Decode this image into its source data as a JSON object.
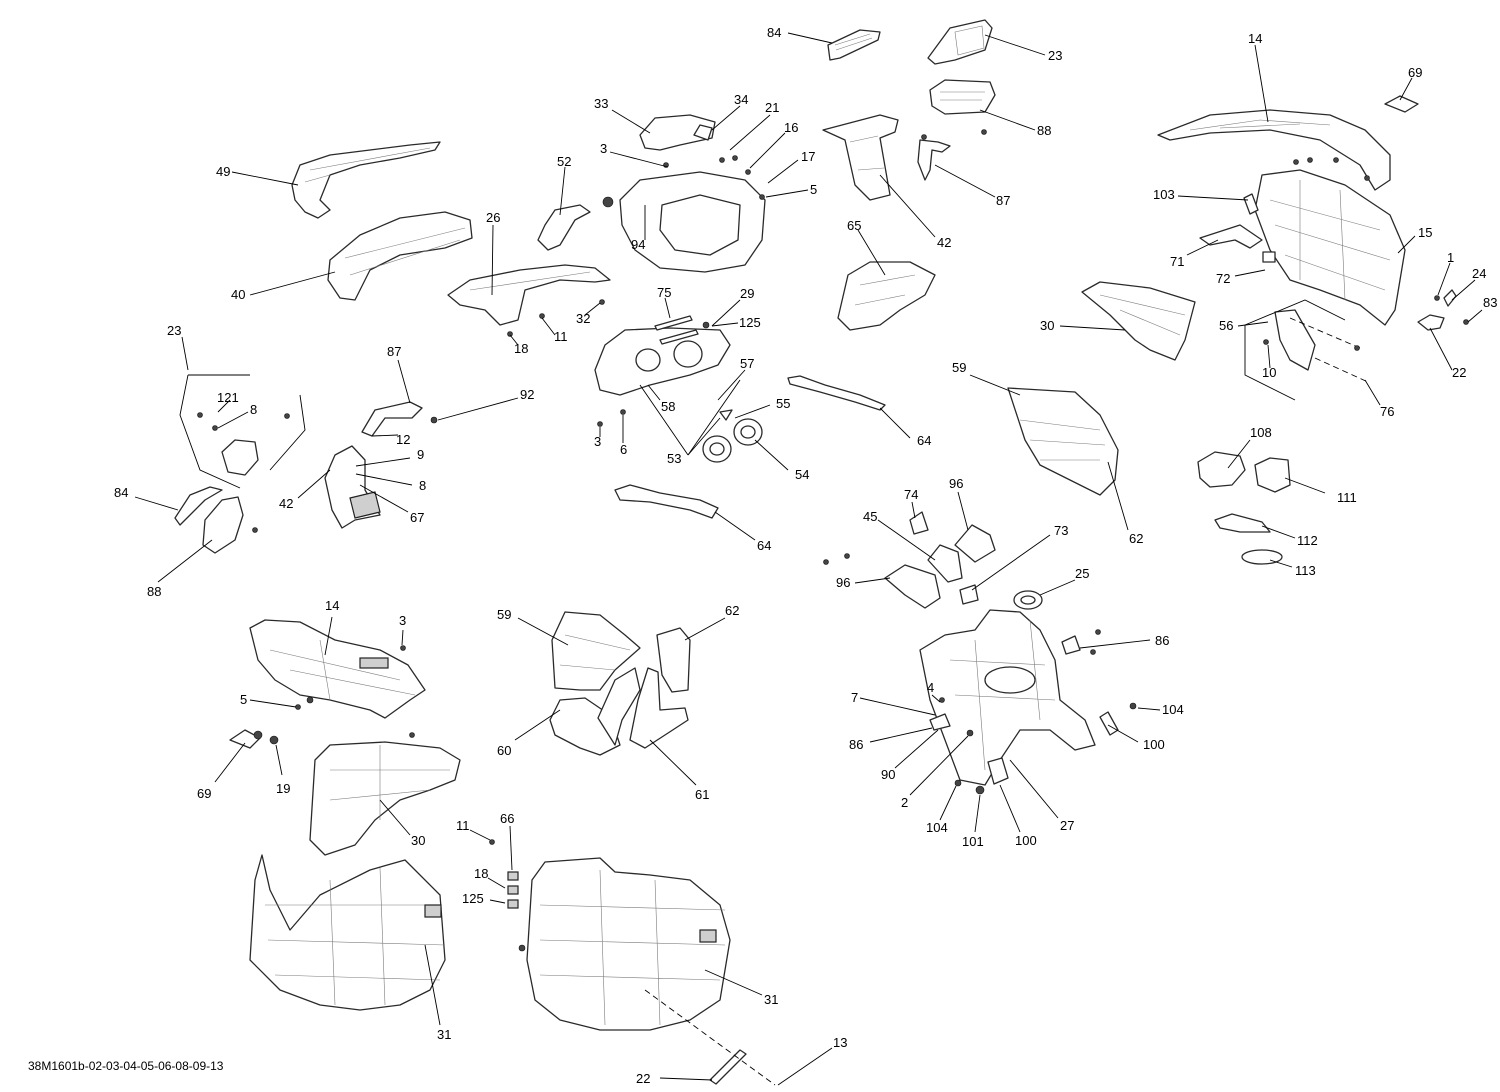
{
  "diagram_code": "38M1601b-02-03-04-05-06-08-09-13",
  "callouts": [
    {
      "id": "c-84-top",
      "text": "84"
    },
    {
      "id": "c-23-top",
      "text": "23"
    },
    {
      "id": "c-14-top",
      "text": "14"
    },
    {
      "id": "c-69-top",
      "text": "69"
    },
    {
      "id": "c-33",
      "text": "33"
    },
    {
      "id": "c-34",
      "text": "34"
    },
    {
      "id": "c-21",
      "text": "21"
    },
    {
      "id": "c-16",
      "text": "16"
    },
    {
      "id": "c-17",
      "text": "17"
    },
    {
      "id": "c-3-a",
      "text": "3"
    },
    {
      "id": "c-5-a",
      "text": "5"
    },
    {
      "id": "c-88-top",
      "text": "88"
    },
    {
      "id": "c-87-top",
      "text": "87"
    },
    {
      "id": "c-42-top",
      "text": "42"
    },
    {
      "id": "c-49",
      "text": "49"
    },
    {
      "id": "c-52",
      "text": "52"
    },
    {
      "id": "c-94",
      "text": "94"
    },
    {
      "id": "c-103",
      "text": "103"
    },
    {
      "id": "c-15",
      "text": "15"
    },
    {
      "id": "c-71",
      "text": "71"
    },
    {
      "id": "c-72",
      "text": "72"
    },
    {
      "id": "c-26",
      "text": "26"
    },
    {
      "id": "c-65",
      "text": "65"
    },
    {
      "id": "c-1",
      "text": "1"
    },
    {
      "id": "c-24",
      "text": "24"
    },
    {
      "id": "c-83",
      "text": "83"
    },
    {
      "id": "c-40",
      "text": "40"
    },
    {
      "id": "c-75",
      "text": "75"
    },
    {
      "id": "c-29",
      "text": "29"
    },
    {
      "id": "c-125-a",
      "text": "125"
    },
    {
      "id": "c-32",
      "text": "32"
    },
    {
      "id": "c-11-a",
      "text": "11"
    },
    {
      "id": "c-18-a",
      "text": "18"
    },
    {
      "id": "c-30-a",
      "text": "30"
    },
    {
      "id": "c-56",
      "text": "56"
    },
    {
      "id": "c-10",
      "text": "10"
    },
    {
      "id": "c-22-a",
      "text": "22"
    },
    {
      "id": "c-76",
      "text": "76"
    },
    {
      "id": "c-23-b",
      "text": "23"
    },
    {
      "id": "c-87-b",
      "text": "87"
    },
    {
      "id": "c-57",
      "text": "57"
    },
    {
      "id": "c-59-a",
      "text": "59"
    },
    {
      "id": "c-121",
      "text": "121"
    },
    {
      "id": "c-8-a",
      "text": "8"
    },
    {
      "id": "c-92",
      "text": "92"
    },
    {
      "id": "c-58",
      "text": "58"
    },
    {
      "id": "c-55",
      "text": "55"
    },
    {
      "id": "c-12",
      "text": "12"
    },
    {
      "id": "c-3-b",
      "text": "3"
    },
    {
      "id": "c-6",
      "text": "6"
    },
    {
      "id": "c-64-a",
      "text": "64"
    },
    {
      "id": "c-108",
      "text": "108"
    },
    {
      "id": "c-9",
      "text": "9"
    },
    {
      "id": "c-53",
      "text": "53"
    },
    {
      "id": "c-54",
      "text": "54"
    },
    {
      "id": "c-42-b",
      "text": "42"
    },
    {
      "id": "c-8-b",
      "text": "8"
    },
    {
      "id": "c-111",
      "text": "111"
    },
    {
      "id": "c-84-b",
      "text": "84"
    },
    {
      "id": "c-67",
      "text": "67"
    },
    {
      "id": "c-74",
      "text": "74"
    },
    {
      "id": "c-96-a",
      "text": "96"
    },
    {
      "id": "c-45",
      "text": "45"
    },
    {
      "id": "c-73",
      "text": "73"
    },
    {
      "id": "c-62-a",
      "text": "62"
    },
    {
      "id": "c-112",
      "text": "112"
    },
    {
      "id": "c-64-b",
      "text": "64"
    },
    {
      "id": "c-88-b",
      "text": "88"
    },
    {
      "id": "c-113",
      "text": "113"
    },
    {
      "id": "c-96-b",
      "text": "96"
    },
    {
      "id": "c-25",
      "text": "25"
    },
    {
      "id": "c-14-b",
      "text": "14"
    },
    {
      "id": "c-3-c",
      "text": "3"
    },
    {
      "id": "c-59-b",
      "text": "59"
    },
    {
      "id": "c-62-b",
      "text": "62"
    },
    {
      "id": "c-86-a",
      "text": "86"
    },
    {
      "id": "c-5-b",
      "text": "5"
    },
    {
      "id": "c-7",
      "text": "7"
    },
    {
      "id": "c-4",
      "text": "4"
    },
    {
      "id": "c-104-a",
      "text": "104"
    },
    {
      "id": "c-60",
      "text": "60"
    },
    {
      "id": "c-86-b",
      "text": "86"
    },
    {
      "id": "c-100-a",
      "text": "100"
    },
    {
      "id": "c-69-b",
      "text": "69"
    },
    {
      "id": "c-19",
      "text": "19"
    },
    {
      "id": "c-90",
      "text": "90"
    },
    {
      "id": "c-61",
      "text": "61"
    },
    {
      "id": "c-2",
      "text": "2"
    },
    {
      "id": "c-27",
      "text": "27"
    },
    {
      "id": "c-30-b",
      "text": "30"
    },
    {
      "id": "c-104-b",
      "text": "104"
    },
    {
      "id": "c-101",
      "text": "101"
    },
    {
      "id": "c-100-b",
      "text": "100"
    },
    {
      "id": "c-11-b",
      "text": "11"
    },
    {
      "id": "c-66",
      "text": "66"
    },
    {
      "id": "c-18-b",
      "text": "18"
    },
    {
      "id": "c-125-b",
      "text": "125"
    },
    {
      "id": "c-31-a",
      "text": "31"
    },
    {
      "id": "c-31-b",
      "text": "31"
    },
    {
      "id": "c-13",
      "text": "13"
    },
    {
      "id": "c-22-b",
      "text": "22"
    }
  ]
}
